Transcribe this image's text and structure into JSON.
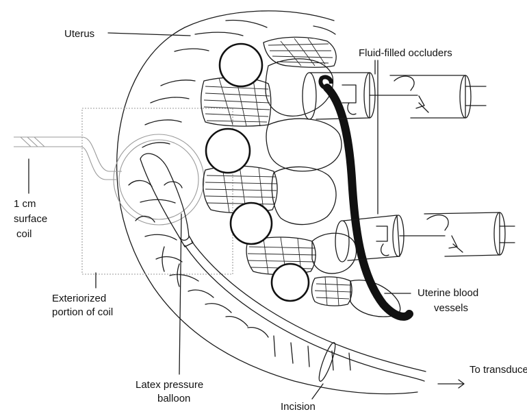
{
  "labels": {
    "uterus": "Uterus",
    "fluid_filled_occluders": "Fluid-filled occluders",
    "surface_coil_1": "1 cm",
    "surface_coil_2": "surface",
    "surface_coil_3": "coil",
    "exteriorized_1": "Exteriorized",
    "exteriorized_2": "portion of coil",
    "uterine_vessels_1": "Uterine blood",
    "uterine_vessels_2": "vessels",
    "latex_balloon_1": "Latex pressure",
    "latex_balloon_2": "balloon",
    "incision": "Incision",
    "to_transducer": "To transducer",
    "arrow": "→"
  }
}
